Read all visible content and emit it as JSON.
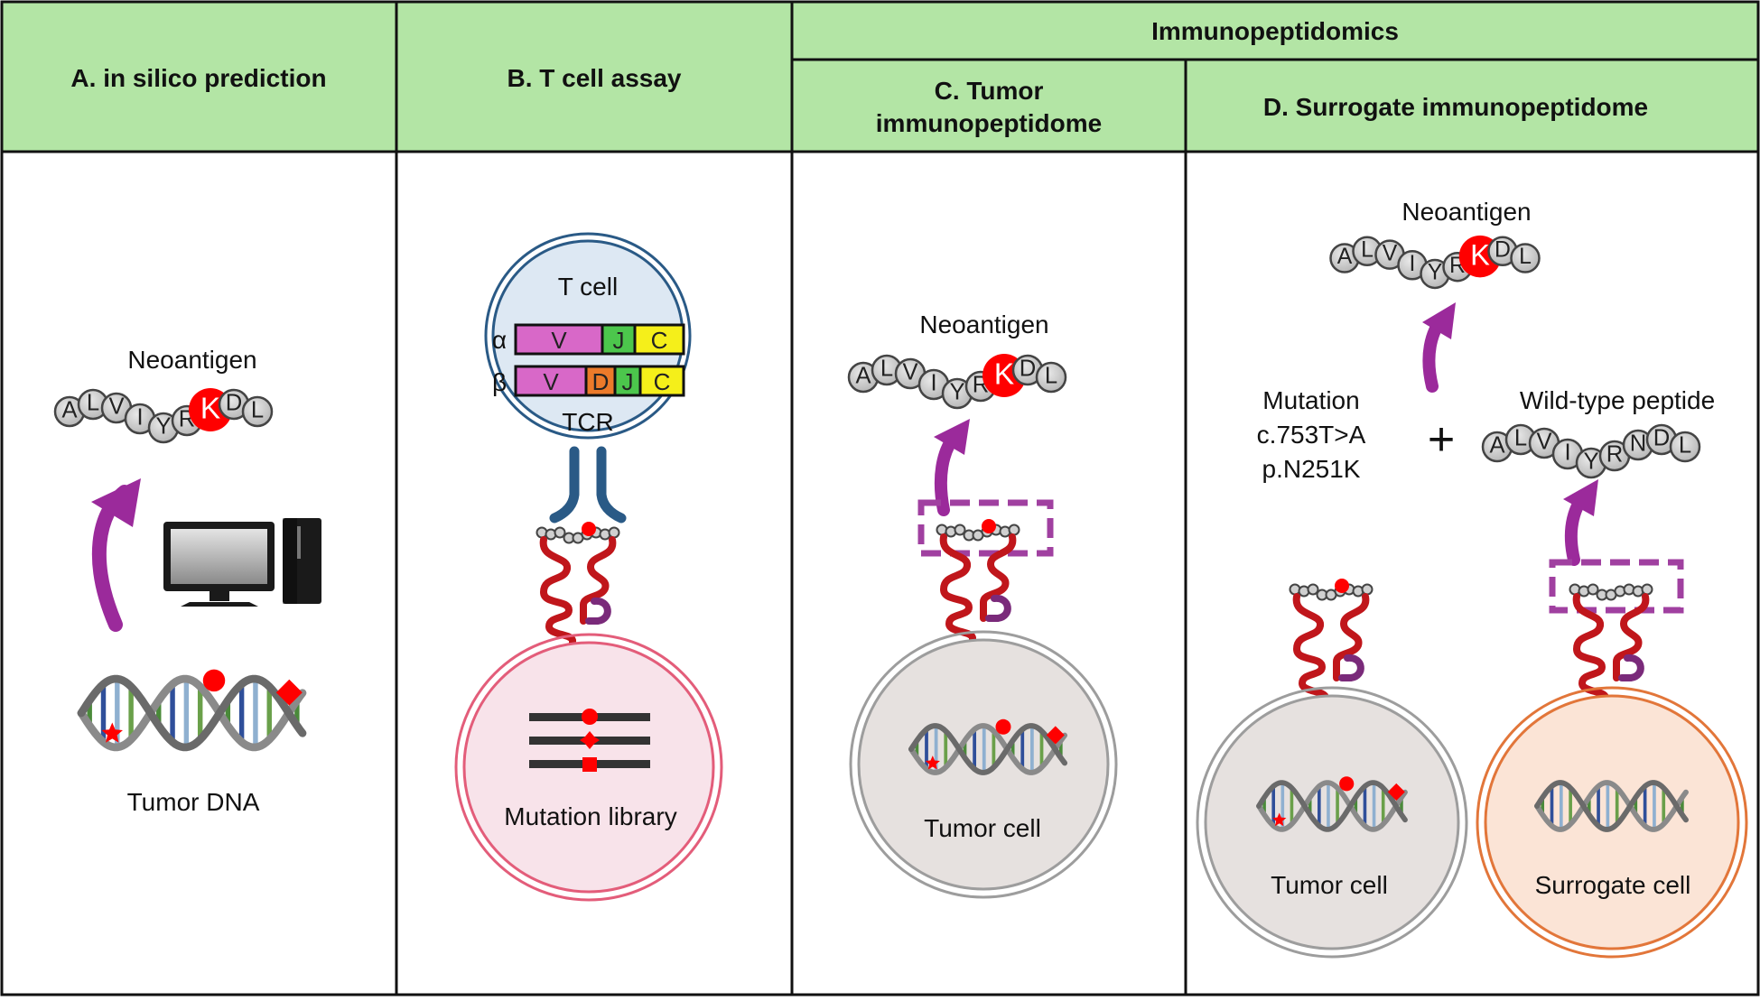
{
  "headers": {
    "group": "Immunopeptidomics",
    "panel_a": "A. in silico prediction",
    "panel_b": "B. T cell assay",
    "panel_c_line1": "C. Tumor",
    "panel_c_line2": "immunopeptidome",
    "panel_d": "D. Surrogate immunopeptidome"
  },
  "peptides": {
    "neoantigen": [
      "A",
      "L",
      "V",
      "I",
      "Y",
      "R",
      "K",
      "D",
      "L"
    ],
    "wild_type": [
      "A",
      "L",
      "V",
      "I",
      "Y",
      "R",
      "N",
      "D",
      "L"
    ],
    "mutant_residue": "K"
  },
  "panel_a": {
    "neoantigen_label": "Neoantigen",
    "dna_label": "Tumor DNA"
  },
  "panel_b": {
    "tcell_label": "T cell",
    "alpha": "α",
    "beta": "β",
    "alpha_segments": [
      "V",
      "J",
      "C"
    ],
    "beta_segments": [
      "V",
      "D",
      "J",
      "C"
    ],
    "tcr_label": "TCR",
    "library_label": "Mutation library"
  },
  "panel_c": {
    "neoantigen_label": "Neoantigen",
    "cell_label": "Tumor cell"
  },
  "panel_d": {
    "neoantigen_label": "Neoantigen",
    "mutation_title": "Mutation",
    "mutation_cdna": "c.753T>A",
    "mutation_protein": "p.N251K",
    "plus": "+",
    "wildtype_label": "Wild-type peptide",
    "tumor_cell_label": "Tumor cell",
    "surrogate_cell_label": "Surrogate cell"
  },
  "colors": {
    "header_fill": "#b3e5a5",
    "border": "#111111",
    "arrow": "#9b2a9b",
    "mhc": "#c0161b",
    "b2m": "#7a2a7a",
    "mutation_red": "#ff0000",
    "residue_fill": "#c8c8c8",
    "tcell_fill": "#dde8f3",
    "tcell_ring": "#2a5a86",
    "library_fill": "#f8e3ea",
    "library_ring": "#e35d7a",
    "tumor_fill": "#e6e1df",
    "tumor_ring": "#9d9d9d",
    "surrogate_fill": "#fbe4d6",
    "surrogate_ring": "#e2763a",
    "segment_v": "#d868c8",
    "segment_j": "#4cc64c",
    "segment_c": "#f5ef1a",
    "segment_d": "#ec7a2a"
  }
}
